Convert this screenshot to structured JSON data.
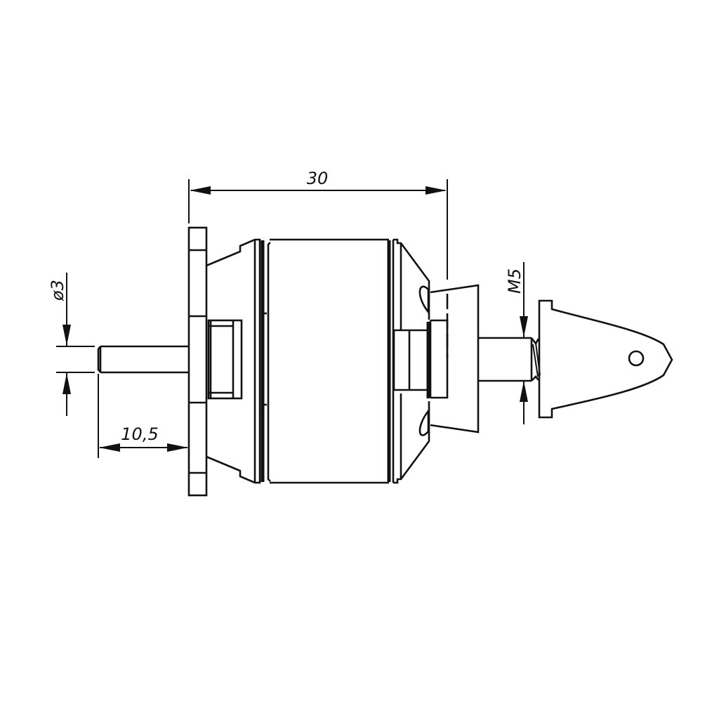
{
  "drawing": {
    "title": "Motor dimension drawing",
    "line_color": "#111111",
    "background": "#ffffff",
    "dimensions": {
      "overall_length": {
        "label": "30"
      },
      "shaft_length": {
        "label": "10,5"
      },
      "shaft_diameter": {
        "label": "ø3"
      },
      "thread_size": {
        "label": "M5"
      }
    },
    "parts": [
      "mount-flange",
      "rear-shaft",
      "rear-bell",
      "stator-can",
      "front-bell",
      "prop-adapter",
      "thread-stud",
      "spinner-nut"
    ]
  }
}
